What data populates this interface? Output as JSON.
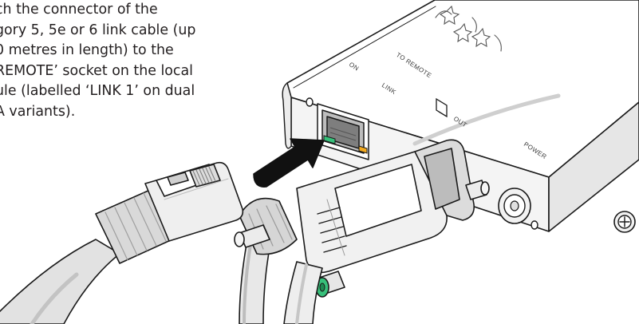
{
  "instruction": {
    "lines": [
      "ch the connector of the",
      "gory 5, 5e or 6 link cable (up",
      "0 metres in length) to the",
      "REMOTE’ socket on the local",
      "ule (labelled ‘LINK 1’ on dual",
      "A variants)."
    ]
  },
  "device": {
    "label_on": "ON",
    "label_to_remote": "TO REMOTE",
    "label_link": "LINK",
    "label_out": "OUT",
    "label_power": "POWER"
  },
  "icons": {
    "arrow": "insert-arrow-icon",
    "logo": "brand-logo-icon",
    "monitor": "monitor-icon"
  },
  "colors": {
    "outline": "#1a1a1a",
    "device_body": "#ffffff",
    "device_shade": "#e9e9e9",
    "cable_light": "#e2e2e2",
    "cable_mid": "#c8c8c8",
    "led_green": "#37c07a",
    "led_amber": "#f2a91f",
    "arrow": "#111111"
  }
}
